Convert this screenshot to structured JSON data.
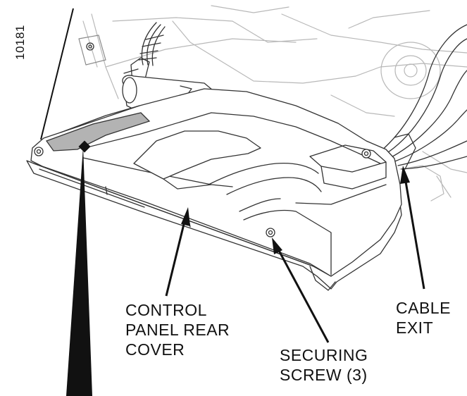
{
  "figure_id": "10181",
  "labels": {
    "control_panel_rear_cover": [
      "CONTROL",
      "PANEL REAR",
      "COVER"
    ],
    "securing_screw": [
      "SECURING",
      "SCREW (3)"
    ],
    "cable_exit": [
      "CABLE",
      "EXIT"
    ]
  },
  "colors": {
    "line": "#333333",
    "background_line": "#b8b8b8",
    "shaded_panel": "#b3b3b3",
    "pointer": "#111111"
  }
}
